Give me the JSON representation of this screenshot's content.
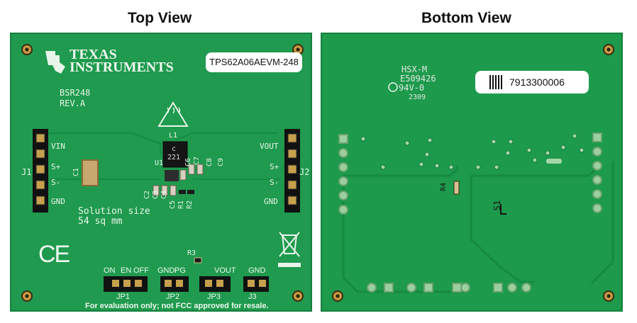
{
  "titles": {
    "top": "Top View",
    "bottom": "Bottom View"
  },
  "top_board": {
    "logo_line1": "TEXAS",
    "logo_line2": "INSTRUMENTS",
    "part_label": "TPS62A06AEVM-248",
    "board_id": "BSR248",
    "revision": "REV.A",
    "left_connector": "J1",
    "left_pins": [
      "VIN",
      "S+",
      "S-",
      "GND"
    ],
    "right_connector": "J2",
    "right_pins": [
      "VOUT",
      "S+",
      "S-",
      "GND"
    ],
    "inductor": "L1",
    "inductor_marking": [
      "c",
      "221"
    ],
    "ic": "U1",
    "components": [
      "C1",
      "C2",
      "C3",
      "C4",
      "C5",
      "C6",
      "C7",
      "C8",
      "C9",
      "R1",
      "R2",
      "R3"
    ],
    "solution_size_line1": "Solution size",
    "solution_size_line2": "54 sq mm",
    "ce_mark": "CE",
    "jumper_labels": [
      "ON",
      "EN",
      "OFF",
      "GND",
      "PG",
      "VOUT",
      "GND"
    ],
    "jumpers": [
      "JP1",
      "JP2",
      "JP3",
      "J3"
    ],
    "footer_note": "For evaluation only; not FCC approved for resale."
  },
  "bottom_board": {
    "marking_line1": "HSX-M",
    "marking_line2": "E509426",
    "marking_line3": "94V-0",
    "marking_line4": "2309",
    "serial": "7913300006",
    "resistor": "R4",
    "component": "S1"
  }
}
